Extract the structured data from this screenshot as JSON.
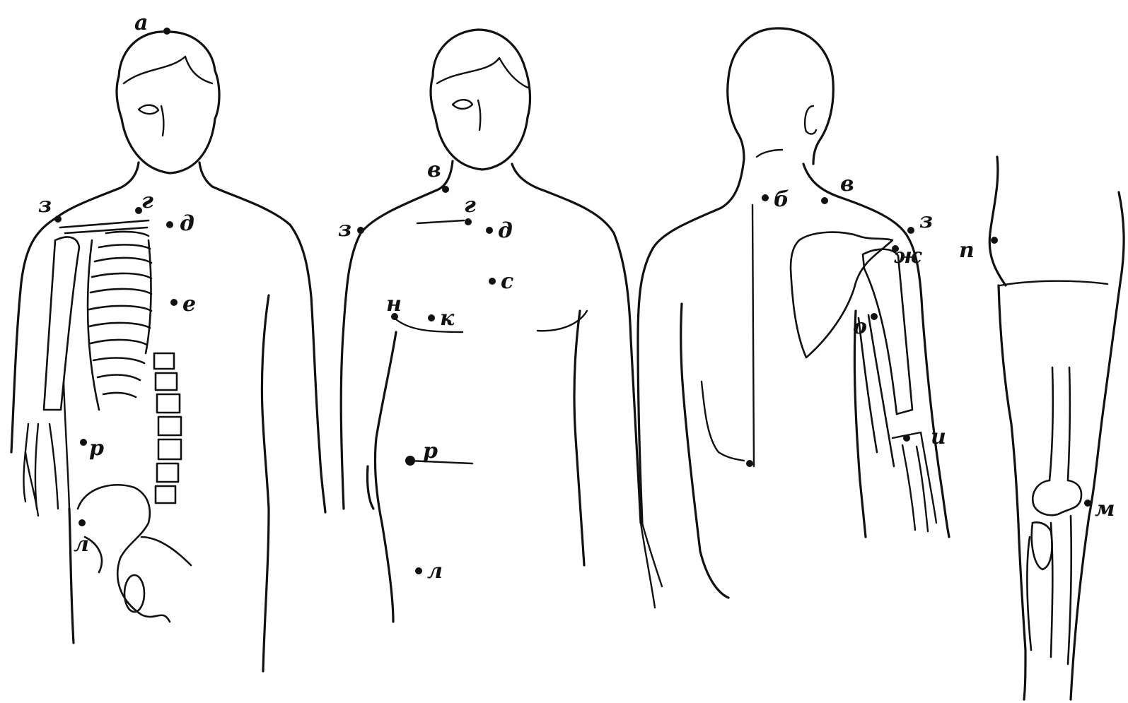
{
  "figures": {
    "front_skeleton": {
      "labels": {
        "a": "а",
        "v": "г",
        "d": "д",
        "e": "е",
        "z": "з",
        "r": "р",
        "l": "л"
      }
    },
    "front_body": {
      "labels": {
        "v": "в",
        "g": "г",
        "d": "д",
        "z": "з",
        "s": "с",
        "n": "н",
        "k": "к",
        "r": "р",
        "l": "л"
      }
    },
    "back_body": {
      "labels": {
        "b": "б",
        "v": "в",
        "z": "з",
        "zh": "ж",
        "o": "о",
        "i": "и"
      }
    },
    "leg": {
      "labels": {
        "p": "п",
        "m": "м"
      }
    }
  }
}
